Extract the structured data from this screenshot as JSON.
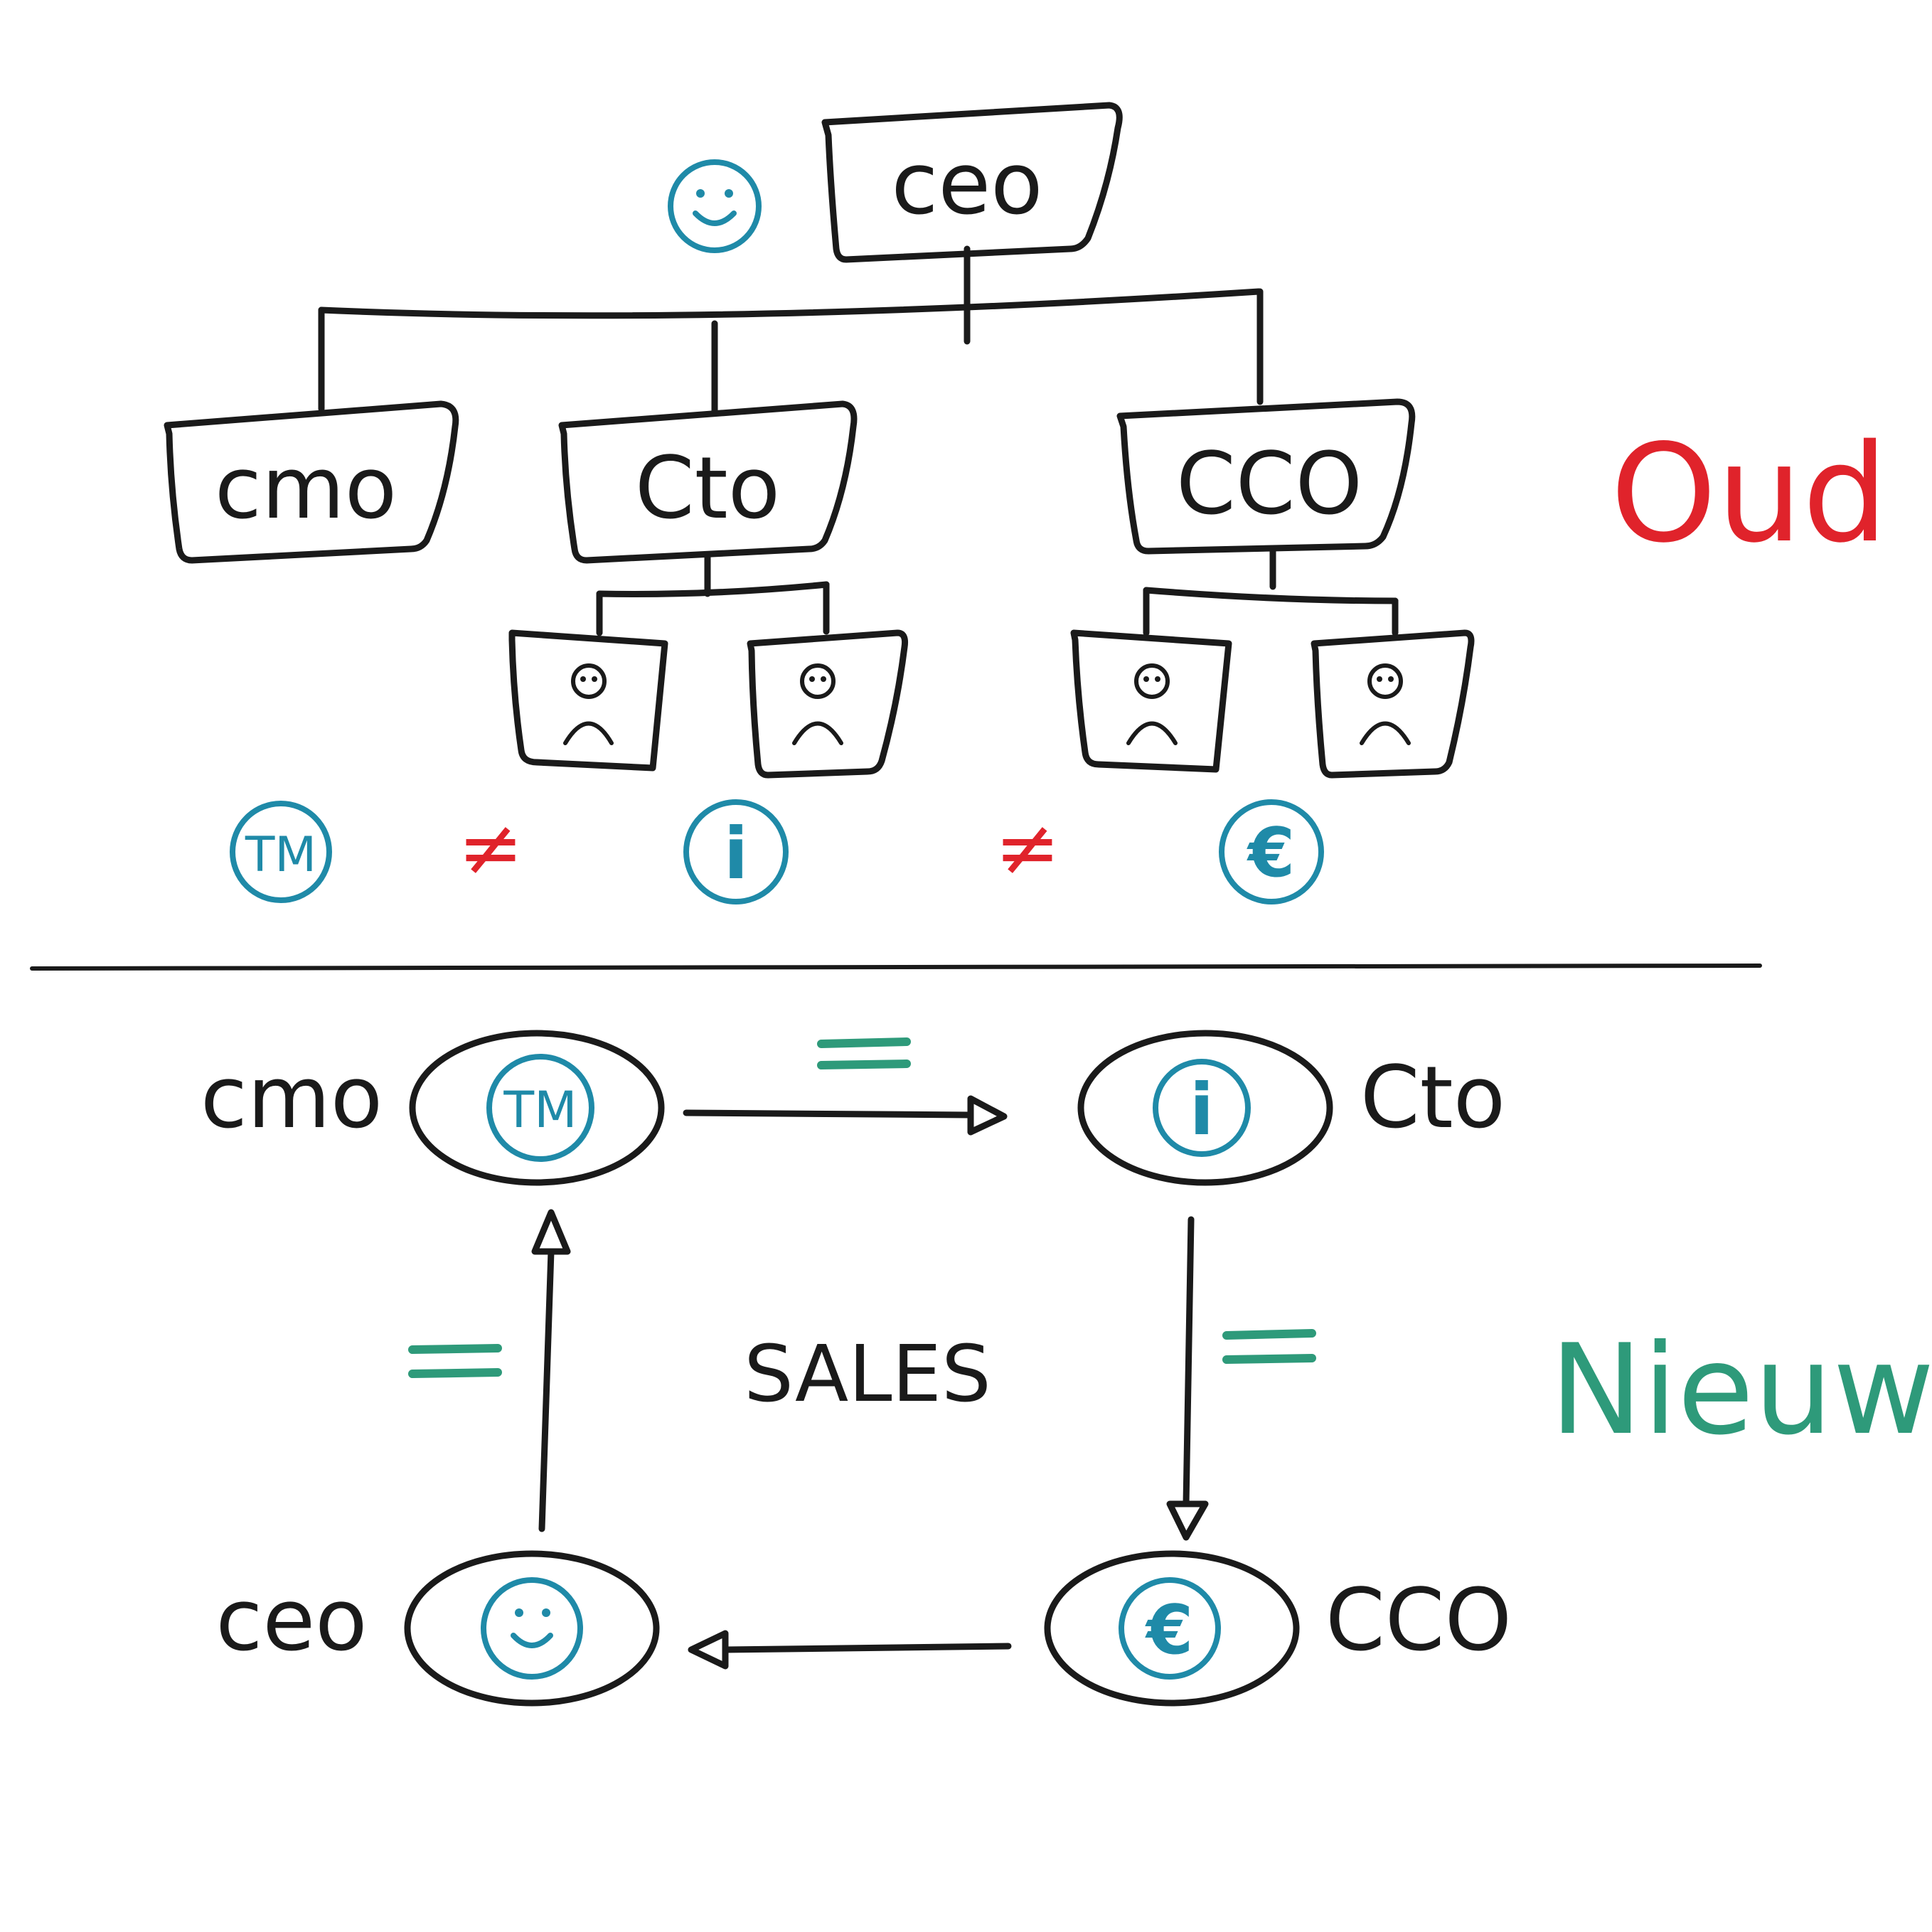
{
  "old": {
    "top": "ceo",
    "level2": [
      "cmo",
      "Cto",
      "CCO"
    ],
    "heading": "Oud",
    "heading_color": "#e0232b",
    "symbols": [
      "TM",
      "i",
      "€"
    ],
    "not_equal": "≠"
  },
  "new": {
    "nodes": {
      "cmo": {
        "label": "cmo",
        "symbol": "TM"
      },
      "cto": {
        "label": "Cto",
        "symbol": "i"
      },
      "cco": {
        "label": "CCO",
        "symbol": "€"
      },
      "ceo": {
        "label": "ceo",
        "symbol": "smiley-icon"
      }
    },
    "center": "SALES",
    "heading": "Nieuw",
    "heading_color": "#2e9a7a"
  },
  "colors": {
    "ink": "#1a1a1a",
    "blue": "#1f8aa8",
    "red": "#e0232b",
    "green": "#2e9a7a"
  }
}
